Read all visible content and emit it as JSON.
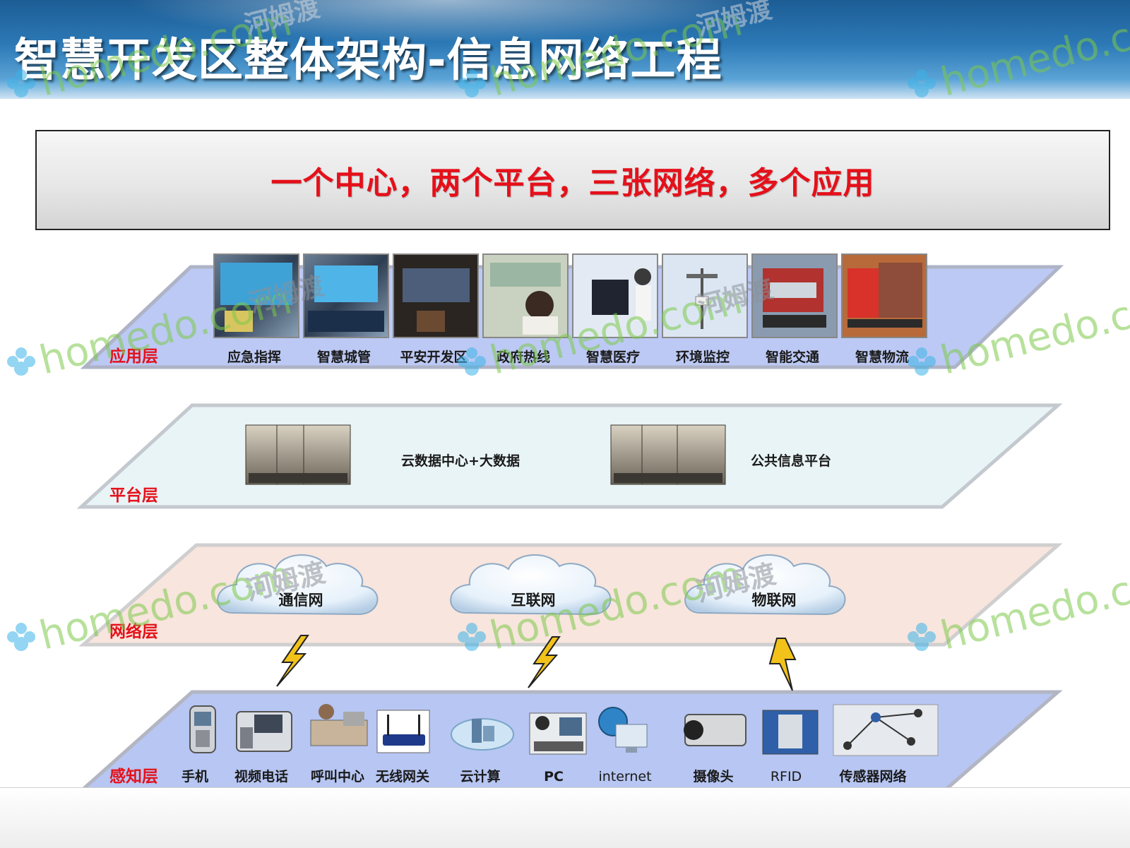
{
  "header": {
    "title": "智慧开发区整体架构-信息网络工程"
  },
  "banner": {
    "text": "一个中心，两个平台，三张网络，多个应用"
  },
  "layers": {
    "application": {
      "label": "应用层",
      "items": [
        "应急指挥",
        "智慧城管",
        "平安开发区",
        "政府热线",
        "智慧医疗",
        "环境监控",
        "智能交通",
        "智慧物流"
      ]
    },
    "platform": {
      "label": "平台层",
      "items": [
        "云数据中心+大数据",
        "公共信息平台"
      ]
    },
    "network": {
      "label": "网络层",
      "items": [
        "通信网",
        "互联网",
        "物联网"
      ]
    },
    "perception": {
      "label": "感知层",
      "items": [
        "手机",
        "视频电话",
        "呼叫中心",
        "无线网关",
        "云计算",
        "PC",
        "internet",
        "摄像头",
        "RFID",
        "传感器网络"
      ]
    }
  },
  "watermark": {
    "site": "homedo.com",
    "cn": "河姆渡"
  },
  "colors": {
    "layer_label": "#e5101a",
    "banner_text": "#e5101a",
    "application_plane": "#bcc9f4",
    "platform_plane": "#e9f4f6",
    "network_plane": "#f8e5dd",
    "perception_plane": "#b7c6f2"
  }
}
